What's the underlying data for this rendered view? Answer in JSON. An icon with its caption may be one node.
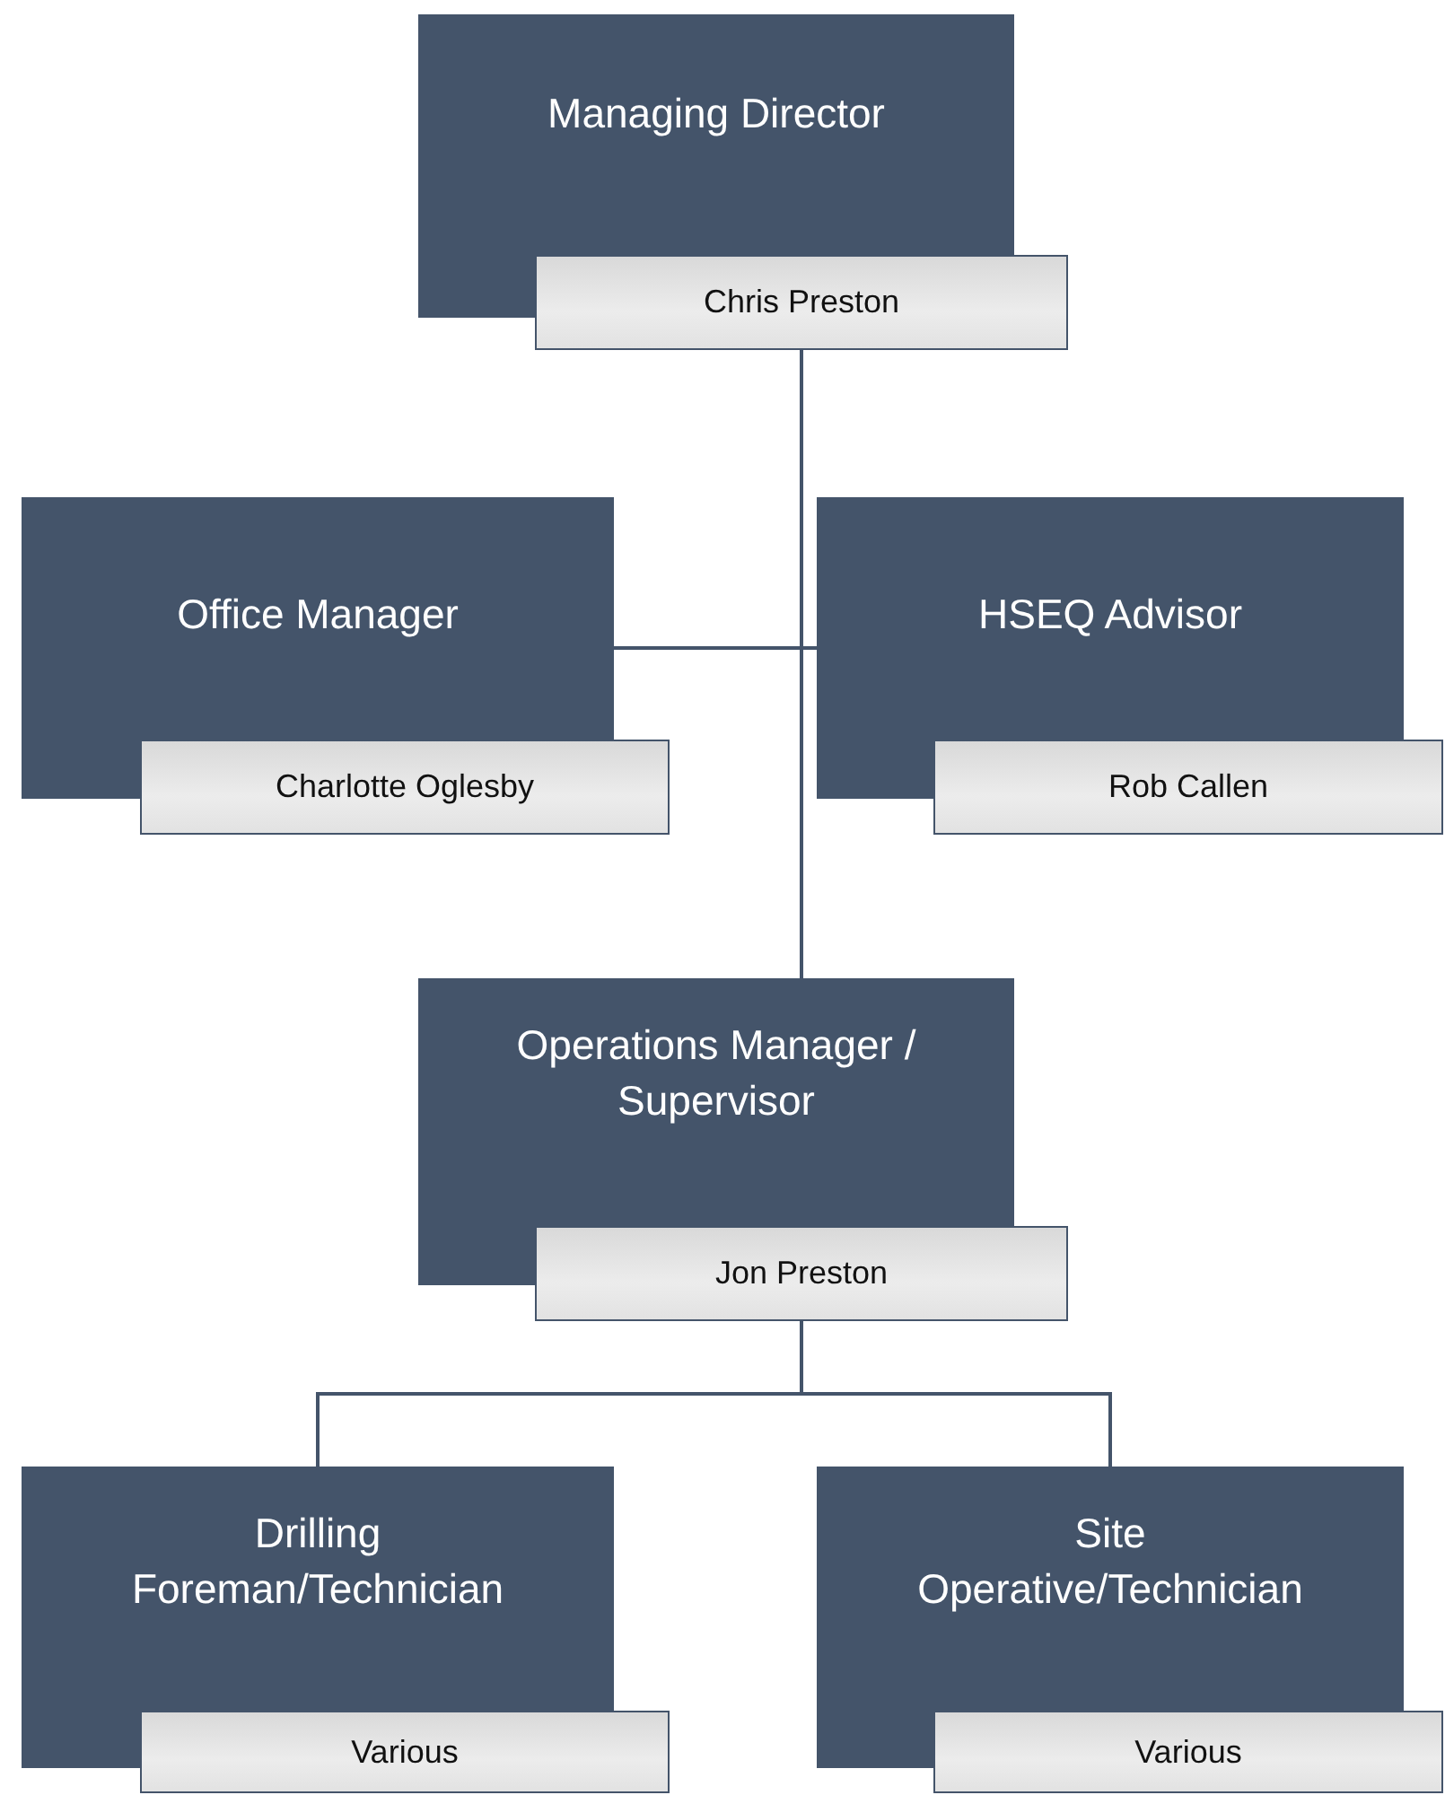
{
  "diagram": {
    "nodes": [
      {
        "text": [
          "Managing Director",
          "Chris Preston"
        ]
      },
      {
        "text": [
          "Office Manager",
          "Charlotte Oglesby"
        ]
      },
      {
        "text": [
          "HSEQ Advisor",
          "Rob Callen"
        ]
      },
      {
        "text": [
          "Operations Manager / Supervisor",
          "Jon Preston"
        ]
      },
      {
        "text": [
          "Drilling Foreman/Technician",
          "Various"
        ]
      },
      {
        "text": [
          "Site Operative/Technician",
          "Various"
        ]
      }
    ],
    "edges": [
      {
        "from": 0,
        "to": 1,
        "arrow": "none"
      },
      {
        "from": 0,
        "to": 2,
        "arrow": "none"
      },
      {
        "from": 0,
        "to": 3,
        "arrow": "none"
      },
      {
        "from": 3,
        "to": 4,
        "arrow": "none"
      },
      {
        "from": 3,
        "to": 5,
        "arrow": "none"
      }
    ]
  }
}
